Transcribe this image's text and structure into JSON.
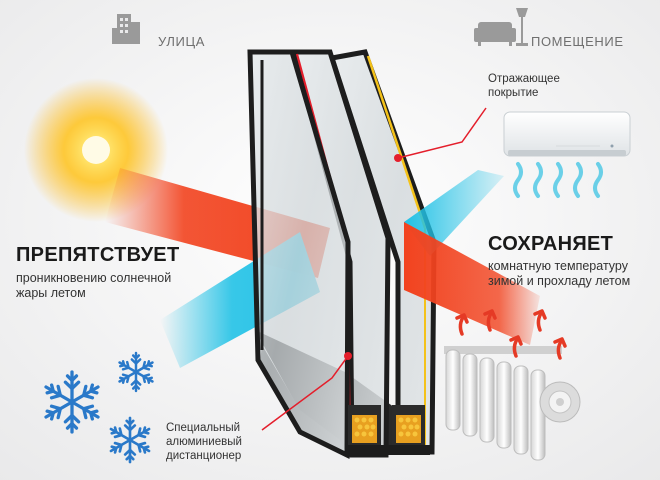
{
  "labels": {
    "street": "УЛИЦА",
    "room": "ПОМЕЩЕНИЕ",
    "coating": [
      "Отражающее",
      "покрытие"
    ],
    "blocks_title": "ПРЕПЯТСТВУЕТ",
    "blocks_text": [
      "проникновению солнечной",
      "жары летом"
    ],
    "keeps_title": "СОХРАНЯЕТ",
    "keeps_text": [
      "комнатную температуру",
      "зимой и прохладу летом"
    ],
    "spacer": [
      "Специальный",
      "алюминиевый",
      "дистанционер"
    ]
  },
  "colors": {
    "heat_ray": "#f2431f",
    "cold_ray": "#22c2e6",
    "frame": "#1d1d1d",
    "coating_line": "#e41e2b",
    "yellow_line": "#f4c21a",
    "snowflake": "#2a79c9",
    "sun": "#ffc21a",
    "arrow": "#e53a25",
    "icon_gray": "#9a9a9a"
  },
  "icons": [
    "sun-icon",
    "city-buildings-icon",
    "sofa-lamp-icon",
    "snowflake-icon",
    "air-conditioner-icon",
    "radiator-icon",
    "heat-arrow-icon"
  ]
}
